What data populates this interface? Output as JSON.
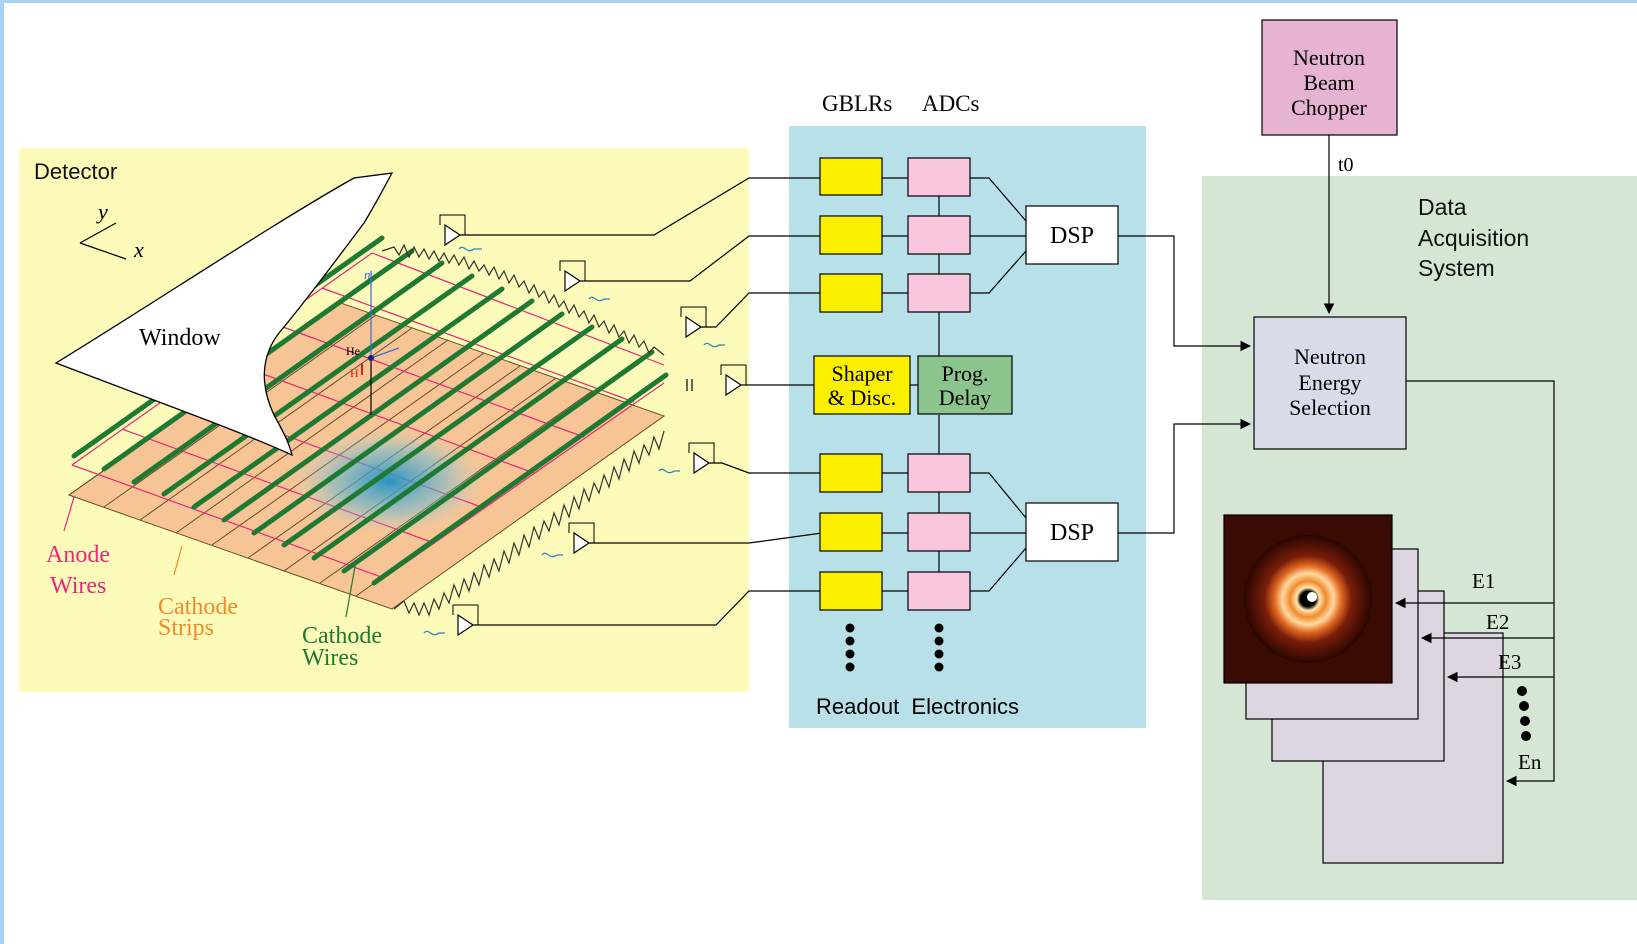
{
  "detector": {
    "title": "Detector",
    "axis_y": "y",
    "axis_x": "x",
    "window_label": "Window",
    "he_label": "He",
    "h_label": "H",
    "n_label": "n",
    "anode_line1": "Anode",
    "anode_line2": "Wires",
    "cstrips_line1": "Cathode",
    "cstrips_line2": "Strips",
    "cwires_line1": "Cathode",
    "cwires_line2": "Wires"
  },
  "electronics": {
    "gblr_header": "GBLRs",
    "adc_header": "ADCs",
    "dsp_top": "DSP",
    "dsp_bottom": "DSP",
    "shaper_line1": "Shaper",
    "shaper_line2": "& Disc.",
    "delay_line1": "Prog.",
    "delay_line2": "Delay",
    "footer": "Readout  Electronics"
  },
  "chopper": {
    "line1": "Neutron",
    "line2": "Beam",
    "line3": "Chopper",
    "t0": "t0"
  },
  "daq": {
    "title_line1": "Data",
    "title_line2": "Acquisition",
    "title_line3": "System",
    "nes_line1": "Neutron",
    "nes_line2": "Energy",
    "nes_line3": "Selection",
    "e1": "E1",
    "e2": "E2",
    "e3": "E3",
    "en": "En"
  },
  "colors": {
    "detector_bg": "#fcfab8",
    "electronics_bg": "#b8e0e8",
    "daq_bg": "#d6e6d4",
    "chopper_fill": "#e6b3d2",
    "nes_fill": "#d8dbe8",
    "gblr_fill": "#fbef00",
    "adc_fill": "#f8c6dd",
    "delay_fill": "#8cc48e",
    "strip_fill": "#f7c495",
    "wire_green": "#1e7a33",
    "anode_pink": "#e8287a",
    "strip_label": "#f08a2c",
    "frame_blue": "#a9d1f2"
  }
}
